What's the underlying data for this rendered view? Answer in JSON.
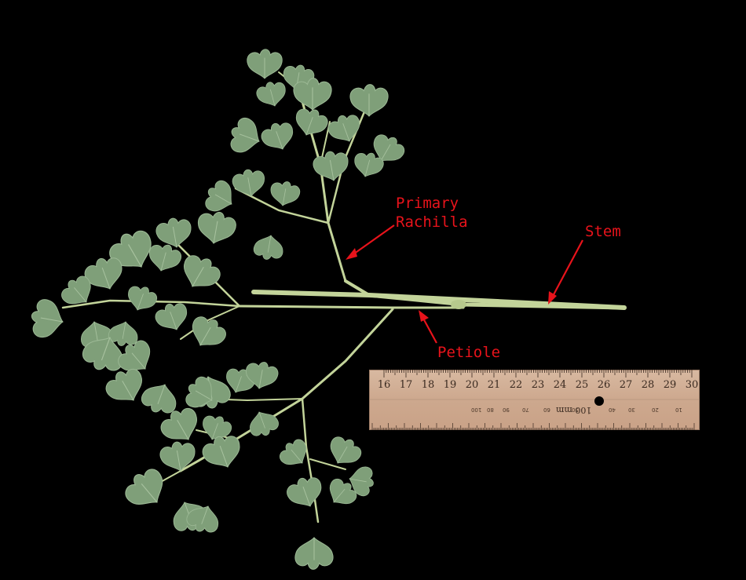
{
  "labels": {
    "primary": "Primary",
    "rachilla": "Rachilla",
    "stem": "Stem",
    "petiole": "Petiole"
  },
  "ruler": {
    "top_numbers": [
      "16",
      "17",
      "18",
      "19",
      "20",
      "21",
      "22",
      "23",
      "24",
      "25",
      "26",
      "27",
      "28",
      "29",
      "30"
    ],
    "bottom_text": "100 mm",
    "bottom_numbers": [
      "80",
      "90",
      "100",
      "70",
      "60",
      "50",
      "40",
      "30",
      "20",
      "10"
    ]
  },
  "colors": {
    "background": "#000000",
    "leaf": "#7f9f79",
    "stem": "#c3d49a",
    "label_red": "#e8131b",
    "ruler_wood": "#d0ab92"
  }
}
